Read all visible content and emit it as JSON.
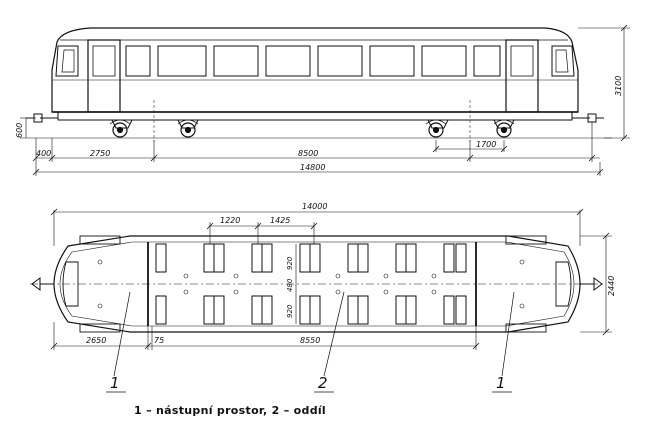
{
  "side_view": {
    "height_dim": "3100",
    "buffer_height_dim": "600",
    "overhang_dim": "400",
    "first_bogie_dim": "2750",
    "bogie_spacing_dim": "8500",
    "wheelbase_dim": "1700",
    "overall_length_dim": "14800"
  },
  "plan_view": {
    "body_length_dim": "14000",
    "seat_pitch_dim": "1220",
    "aisle_gap_dim": "1425",
    "seat_width_upper_dim": "920",
    "aisle_width_dim": "480",
    "seat_width_lower_dim": "920",
    "width_dim": "2440",
    "entrance_length_dim": "2650",
    "partition_dim": "75",
    "compartment_length_dim": "8550",
    "callout_1_left": "1",
    "callout_2": "2",
    "callout_1_right": "1"
  },
  "caption": "1 – nástupní prostor, 2 – oddíl"
}
